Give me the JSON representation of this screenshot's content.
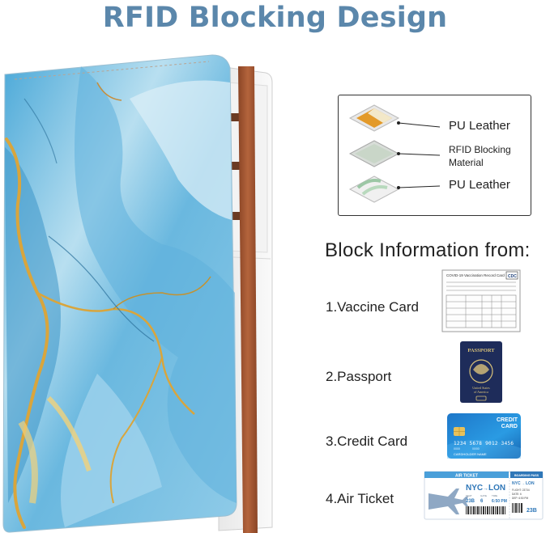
{
  "title": "RFID Blocking Design",
  "layers": {
    "top": "PU Leather",
    "middle_line1": "RFID Blocking",
    "middle_line2": "Material",
    "bottom": "PU Leather"
  },
  "block_heading": "Block Information from:",
  "items": [
    {
      "label": "1.Vaccine Card",
      "icon": "vaccine-card-icon"
    },
    {
      "label": "2.Passport",
      "icon": "passport-icon"
    },
    {
      "label": "3.Credit Card",
      "icon": "credit-card-icon"
    },
    {
      "label": "4.Air Ticket",
      "icon": "air-ticket-icon"
    }
  ],
  "vaccine_card": {
    "heading": "COVID-19 Vaccination Record Card",
    "badge": "CDC"
  },
  "passport": {
    "title": "PASSPORT",
    "country_line1": "United States",
    "country_line2": "of America"
  },
  "credit_card": {
    "title_line1": "CREDIT",
    "title_line2": "CARD",
    "number": "1234 5678 9012 3456",
    "small_number": "0000",
    "dates": "00/00",
    "holder": "CARDHOLDER NAME"
  },
  "air_ticket": {
    "header": "AIR TICKET",
    "stub_header": "BOARDING PASS",
    "route": "NYC",
    "route_to": "LON",
    "stub_route": "NYC",
    "stub_route_to": "LON",
    "seat_label": "SEAT",
    "seat": "23B",
    "gate_label": "GATE",
    "gate": "6",
    "time_label": "TIME",
    "time": "6:50 PM",
    "flight": "FLIGHT: 23734",
    "stub_date": "DATE: 6",
    "stub_departure": "DEP: 6:50 PM",
    "stub_seat": "23B"
  },
  "colors": {
    "title": "#5b87ab",
    "marble_blue": "#7cc4e6",
    "marble_gold": "#d9a53c",
    "strap": "#a85a35"
  }
}
